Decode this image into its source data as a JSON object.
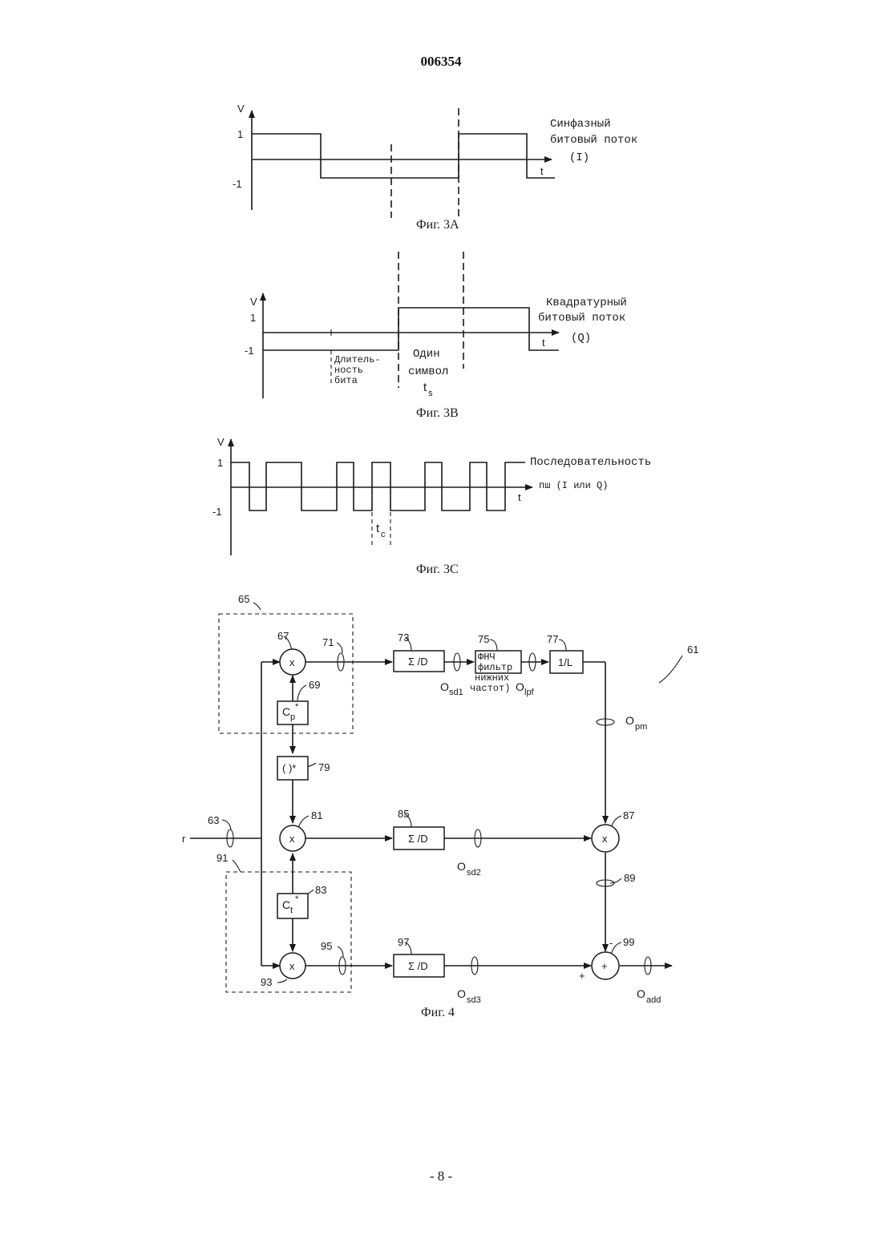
{
  "header": {
    "doc_number": "006354"
  },
  "footer": {
    "page_label": "- 8 -"
  },
  "fig3a": {
    "caption": "Фиг. 3A",
    "axis_v": "V",
    "axis_t": "t",
    "tick_pos": "1",
    "tick_neg": "-1",
    "label_line1": "Синфазный",
    "label_line2": "битовый поток",
    "label_line3": "(I)"
  },
  "fig3b": {
    "caption": "Фиг. 3B",
    "axis_v": "V",
    "axis_t": "t",
    "tick_pos": "1",
    "tick_neg": "-1",
    "label_line1": "Квадратурный",
    "label_line2": "битовый поток",
    "label_line3": "(Q)",
    "bit_line1": "Длитель-",
    "bit_line2": "ность",
    "bit_line3": "бита",
    "sym_line1": "Один",
    "sym_line2": "символ",
    "sym_t": "t",
    "sym_sub": "s"
  },
  "fig3c": {
    "caption": "Фиг. 3C",
    "axis_v": "V",
    "axis_t": "t",
    "tick_pos": "1",
    "tick_neg": "-1",
    "label_line1": "Последовательность",
    "label_line2": "пш (I или Q)",
    "chip_t": "t",
    "chip_sub": "c"
  },
  "fig4": {
    "caption": "Фиг. 4",
    "input_r": "r",
    "ref_61": "61",
    "ref_63": "63",
    "ref_65": "65",
    "ref_67": "67",
    "ref_69": "69",
    "ref_71": "71",
    "ref_73": "73",
    "ref_75": "75",
    "ref_77": "77",
    "ref_79": "79",
    "ref_81": "81",
    "ref_83": "83",
    "ref_85": "85",
    "ref_87": "87",
    "ref_89": "89",
    "ref_91": "91",
    "ref_93": "93",
    "ref_95": "95",
    "ref_97": "97",
    "ref_99": "99",
    "mult": "x",
    "adder": "+",
    "sum_d": "Σ /D",
    "lpf_line1": "ФНЧ",
    "lpf_line2": "фильтр",
    "lpf_line3": "нижних",
    "lpf_line4": "частот)",
    "inv_l": "1/L",
    "conj": "( )*",
    "cp": "C",
    "cp_sub": "p",
    "ct": "C",
    "ct_sub": "t",
    "star": "*",
    "o": "O",
    "o_sd1": "sd1",
    "o_lpf": "lpf",
    "o_pm": "pm",
    "o_sd2": "sd2",
    "o_sd3": "sd3",
    "o_add": "add",
    "sign_minus": "-",
    "sign_plus": "+"
  }
}
